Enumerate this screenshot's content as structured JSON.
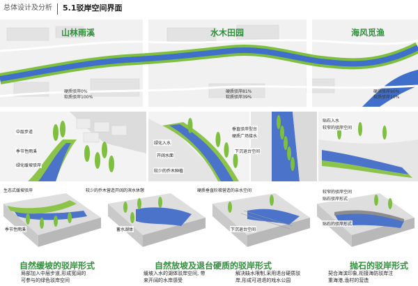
{
  "header": {
    "section": "总体设计及分析",
    "title": "5.1驳岸空间界面"
  },
  "zones": [
    {
      "title": "山林雨溪",
      "stats": [
        "硬质驳岸0%",
        "软质驳岸100%"
      ]
    },
    {
      "title": "水木田园",
      "stats": [
        "硬质驳岸81%",
        "软质驳岸39%"
      ]
    },
    {
      "title": "海风觅渔",
      "stats": [
        "硬质驳岸90%",
        "软质驳岸10%"
      ]
    }
  ],
  "sections": {
    "left": [
      "中层步道",
      "季节性雨溪",
      "绿化缓坡驳岸"
    ],
    "mid": [
      "绿化入水",
      "开阔水面",
      "较少的乔木种植"
    ],
    "mid2": [
      "垂直驳岸型台",
      "硬质广场接水",
      "下沉退台空间"
    ],
    "right": [
      "贴石入水",
      "较窄的驳岸空间"
    ]
  },
  "axon": {
    "a": [
      "生态式缓坡驳岸",
      "季节性雨溪"
    ],
    "b": [
      "较少的乔木营造开阔的滨水休憩",
      "蓄水湖体"
    ],
    "c": [
      "硬质垂直阶梯营造的亲水空间",
      "下沉退台空间"
    ],
    "d": [
      "较窄的驳岸空间",
      "贴石驳岸形式",
      "贴石的驳岸形式"
    ]
  },
  "captions": [
    {
      "title": "自然缓坡的驳岸形式",
      "lines": [
        "局部加入中层步道,形成宽阔的",
        "可参与的绿色驳岸空间"
      ]
    },
    {
      "title": "自然放坡及退台硬质的驳岸形式",
      "lines": [
        "缓坡入水的湖体驳岸空间,  带",
        "来开阔的水岸感受"
      ],
      "lines2": [
        "解决缺水限制,采用退台硬质驳",
        "岸,形成可进退的戏水公园"
      ]
    },
    {
      "title": "抛石的驳岸形式",
      "lines": [
        "契合海滨印象,衔接海防驳岸注",
        "重海港,渔村的营造"
      ]
    }
  ],
  "colors": {
    "accent": "#2f8f3a",
    "water": "#4a73c9",
    "green": "#7fbf3f"
  }
}
